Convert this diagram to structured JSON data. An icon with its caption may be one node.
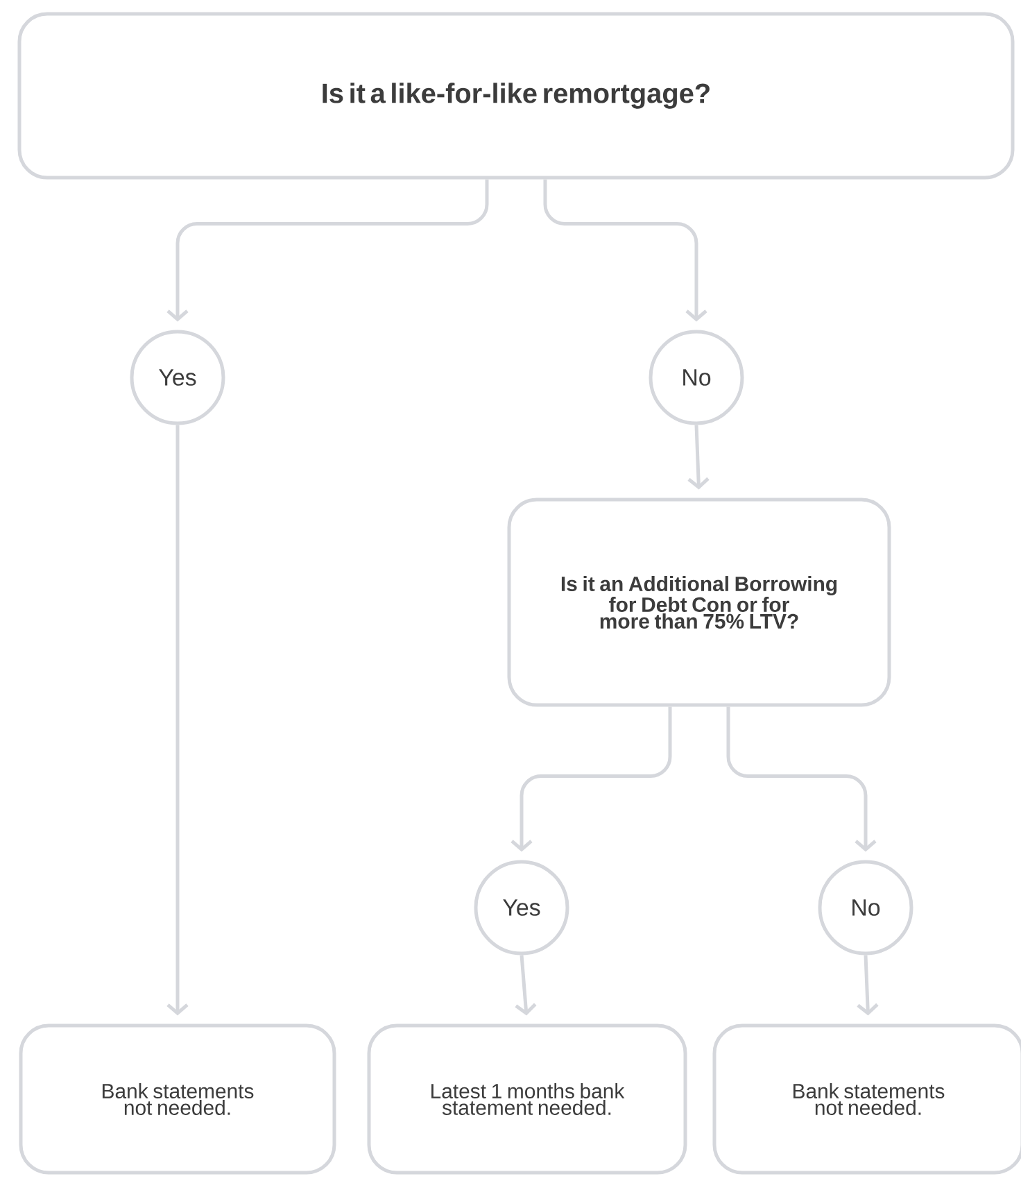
{
  "diagram": {
    "nodes": [
      {
        "text": [
          "Is it a like-for-like remortgage?"
        ]
      },
      {
        "text": [
          "Yes"
        ]
      },
      {
        "text": [
          "No"
        ]
      },
      {
        "text": [
          "Is it an Additional Borrowing for Debt Con or for more than 75% LTV?"
        ]
      },
      {
        "text": [
          "Yes"
        ]
      },
      {
        "text": [
          "No"
        ]
      },
      {
        "text": [
          "Bank statements not needed."
        ]
      },
      {
        "text": [
          "Latest 1 months bank statement needed."
        ]
      },
      {
        "text": [
          "Bank statements not needed."
        ]
      }
    ],
    "edges": [
      {
        "from": 0,
        "to": 1,
        "arrow": "to"
      },
      {
        "from": 0,
        "to": 2,
        "arrow": "to"
      },
      {
        "from": 1,
        "to": 6,
        "arrow": "to"
      },
      {
        "from": 2,
        "to": 3,
        "arrow": "to"
      },
      {
        "from": 3,
        "to": 4,
        "arrow": "to"
      },
      {
        "from": 3,
        "to": 5,
        "arrow": "to"
      },
      {
        "from": 4,
        "to": 7,
        "arrow": "to"
      },
      {
        "from": 5,
        "to": 8,
        "arrow": "to"
      }
    ]
  }
}
